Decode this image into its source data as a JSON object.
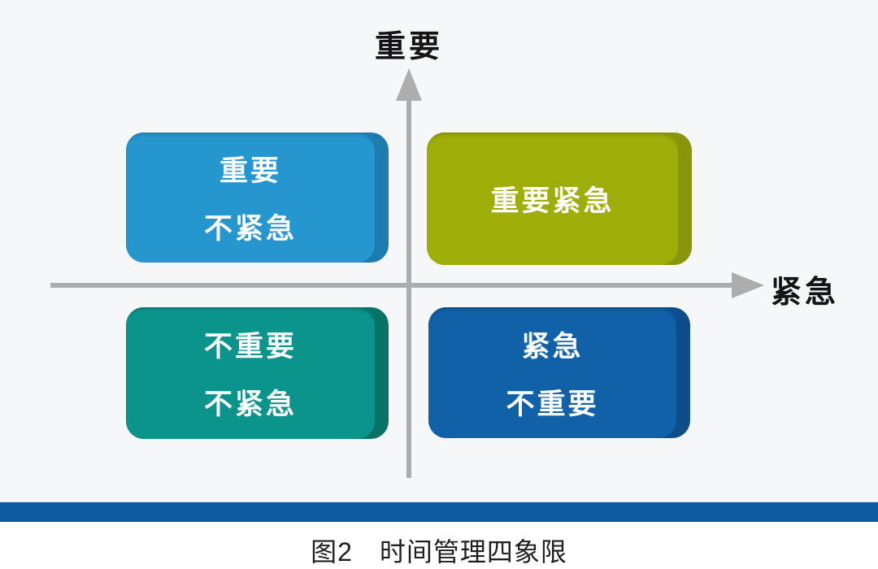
{
  "figure": {
    "axes": {
      "y_label": "重要",
      "x_label": "紧急",
      "axis_color": "#adadad"
    },
    "quadrants": [
      {
        "position": "top-left",
        "lines": [
          "重要",
          "不紧急"
        ],
        "face_color": "#2696ce",
        "side_color": "#1c7cb0"
      },
      {
        "position": "top-right",
        "lines": [
          "重要紧急"
        ],
        "face_color": "#9ead07",
        "side_color": "#87960b"
      },
      {
        "position": "bottom-left",
        "lines": [
          "不重要",
          "不紧急"
        ],
        "face_color": "#0a948b",
        "side_color": "#087265"
      },
      {
        "position": "bottom-right",
        "lines": [
          "紧急",
          "不重要"
        ],
        "face_color": "#1161a8",
        "side_color": "#0d4e8a"
      }
    ],
    "divider_bar_color": "#0c5aa0",
    "background_color": "#f6f7f8",
    "caption": "图2　时间管理四象限"
  }
}
